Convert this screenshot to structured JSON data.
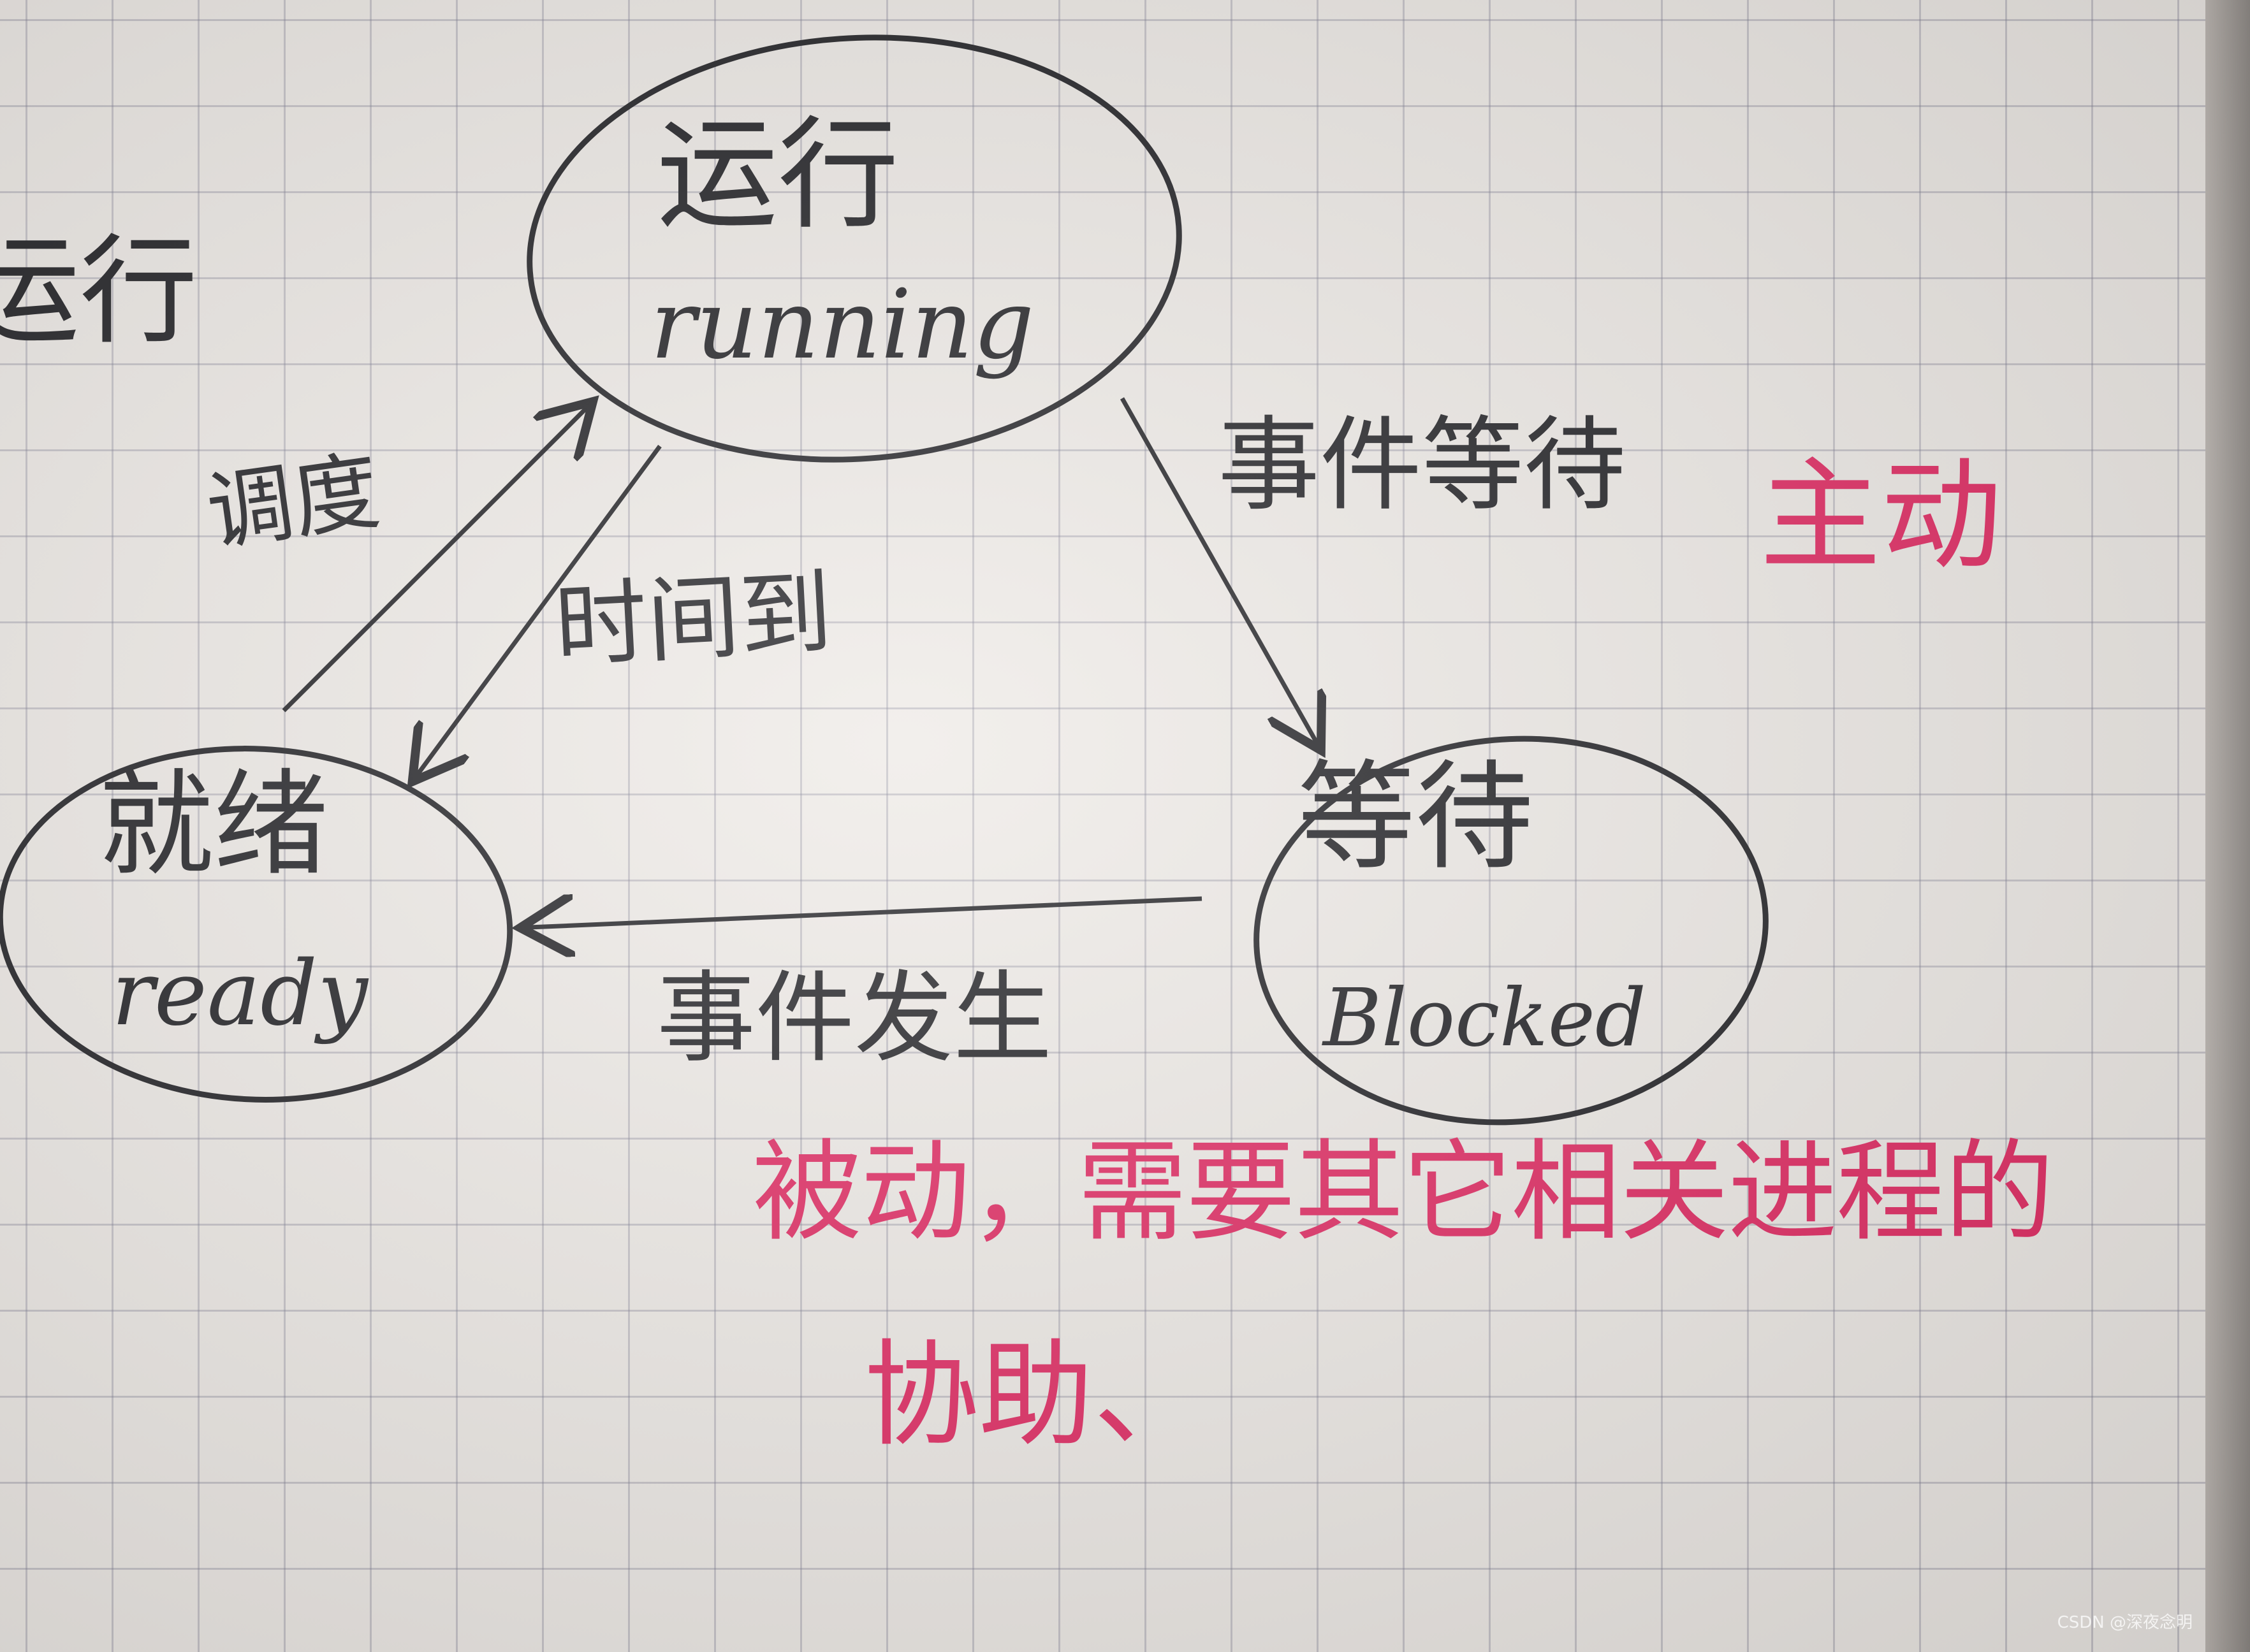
{
  "states": {
    "running": {
      "zh": "运行",
      "en": "running"
    },
    "ready": {
      "zh": "就绪",
      "en": "ready"
    },
    "blocked": {
      "zh": "等待",
      "en": "Blocked"
    }
  },
  "edge_labels": {
    "schedule": "调度",
    "timeslice": "时间到",
    "wait_event": "事件等待",
    "event_occurs": "事件发生"
  },
  "margin_text": "运行",
  "notes": {
    "active": "主动",
    "passive_line1": "被动，需要其它相关进程的",
    "passive_line2": "协助、"
  },
  "watermark": "CSDN @深夜念明",
  "colors": {
    "ink": "#1b1b1f",
    "red_ink": "#e0245e",
    "paper": "#eeeae6",
    "grid": "#8a8aa0"
  }
}
